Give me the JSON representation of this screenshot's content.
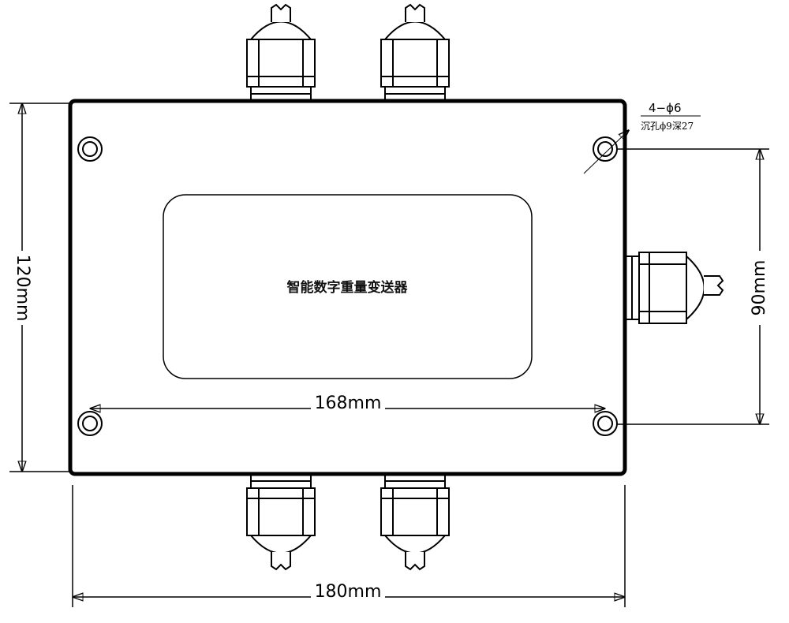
{
  "device": {
    "label": "智能数字重量变送器"
  },
  "dimensions": {
    "overall_width": "180mm",
    "hole_spacing_width": "168mm",
    "overall_height": "120mm",
    "hole_spacing_height": "90mm"
  },
  "hole_callout": {
    "line1": "4−ϕ6",
    "line2": "沉孔ϕ9深27"
  }
}
